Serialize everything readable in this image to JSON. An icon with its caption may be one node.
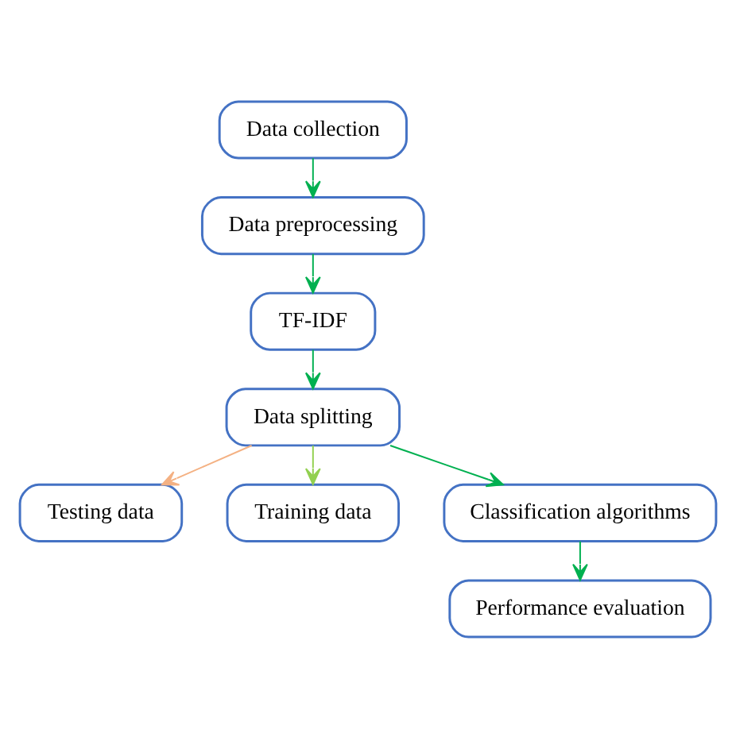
{
  "diagram": {
    "nodes": [
      {
        "text": [
          "Data collection"
        ]
      },
      {
        "text": [
          "Data preprocessing"
        ]
      },
      {
        "text": [
          "TF-IDF"
        ]
      },
      {
        "text": [
          "Data splitting"
        ]
      },
      {
        "text": [
          "Testing data"
        ]
      },
      {
        "text": [
          "Training data"
        ]
      },
      {
        "text": [
          "Classification algorithms"
        ]
      },
      {
        "text": [
          "Performance evaluation"
        ]
      }
    ],
    "edges": [
      {
        "from": 0,
        "to": 1,
        "arrow": "to"
      },
      {
        "from": 1,
        "to": 2,
        "arrow": "to"
      },
      {
        "from": 2,
        "to": 3,
        "arrow": "to"
      },
      {
        "from": 3,
        "to": 4,
        "arrow": "to",
        "color": "#f4b183"
      },
      {
        "from": 3,
        "to": 5,
        "arrow": "to",
        "color": "#92d050"
      },
      {
        "from": 3,
        "to": 6,
        "arrow": "to"
      },
      {
        "from": 6,
        "to": 7,
        "arrow": "to"
      }
    ]
  }
}
